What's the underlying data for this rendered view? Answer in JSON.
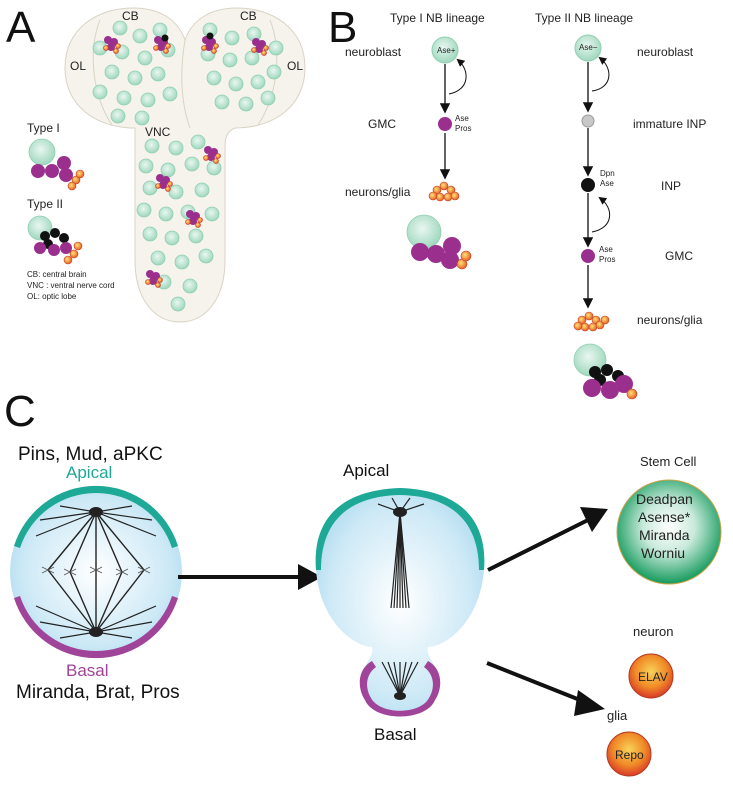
{
  "panels": {
    "a": "A",
    "b": "B",
    "c": "C"
  },
  "panel_a": {
    "cb_left": "CB",
    "cb_right": "CB",
    "ol_left": "OL",
    "ol_right": "OL",
    "vnc": "VNC",
    "type1": "Type I",
    "type2": "Type II",
    "legend": [
      "CB: central brain",
      "VNC : ventral  nerve cord",
      "OL: optic lobe"
    ]
  },
  "panel_b": {
    "type1_title": "Type I NB lineage",
    "type2_title": "Type II NB lineage",
    "neuroblast_left": "neuroblast",
    "ase_plus": "Ase+",
    "gmc_left": "GMC",
    "ase_pros_left": [
      "Ase",
      "Pros"
    ],
    "neurons_glia_left": "neurons/glia",
    "ase_minus": "Ase−",
    "neuroblast_right": "neuroblast",
    "immature_inp": "immature INP",
    "dpn_ase": [
      "Dpn",
      "Ase"
    ],
    "inp": "INP",
    "ase_pros_right": [
      "Ase",
      "Pros"
    ],
    "gmc_right": "GMC",
    "neurons_glia_right": "neurons/glia"
  },
  "panel_c": {
    "apical_proteins": "Pins, Mud, aPKC",
    "apical_left": "Apical",
    "basal_left": "Basal",
    "basal_proteins": "Miranda, Brat, Pros",
    "apical_mid": "Apical",
    "basal_mid": "Basal",
    "stem_cell_title": "Stem Cell",
    "stem_markers": [
      "Deadpan",
      "Asense*",
      "Miranda",
      "Worniu"
    ],
    "neuron_title": "neuron",
    "neuron_marker": "ELAV",
    "glia_title": "glia",
    "glia_marker": "Repo"
  },
  "colors": {
    "apical_teal": "#1ea896",
    "basal_magenta": "#a0449a",
    "gmc_purple": "#9b2f8e",
    "nb_green": "#b8e3cf",
    "orange": "#f39a1e",
    "red": "#d8412a"
  }
}
